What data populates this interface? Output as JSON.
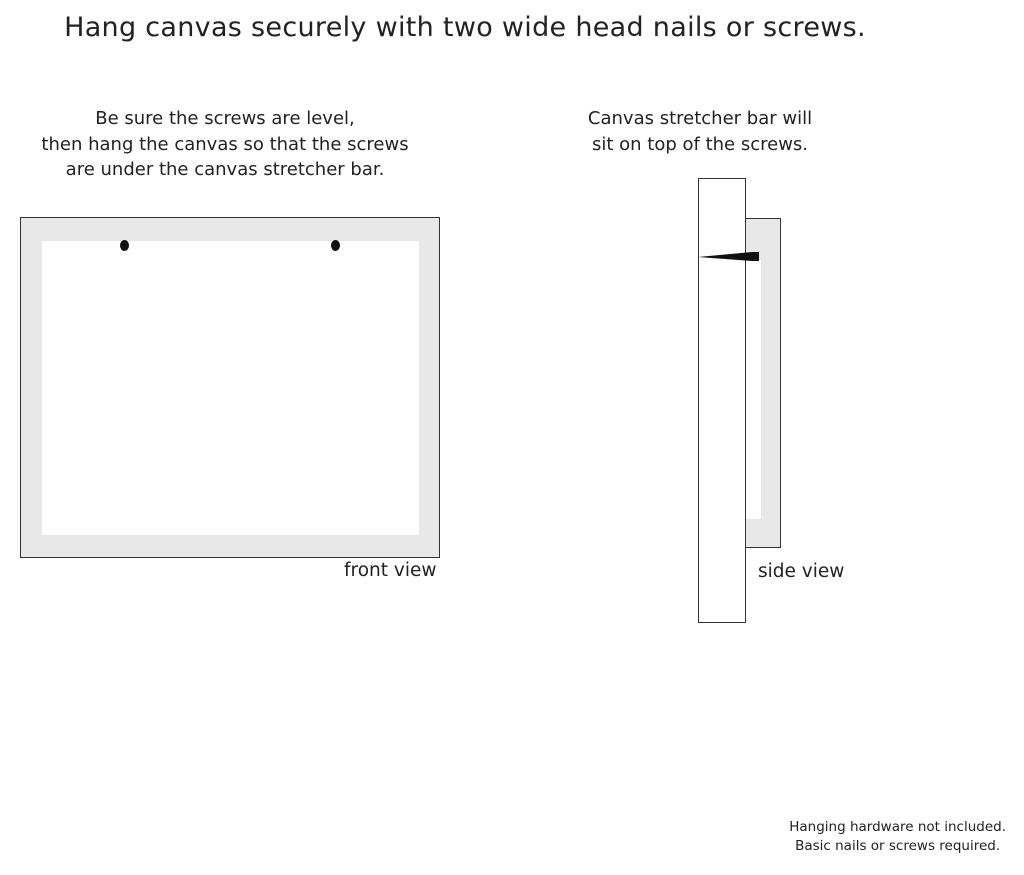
{
  "title": "Hang canvas securely with two wide head nails or screws.",
  "front": {
    "caption_lines": [
      "Be sure the screws are level,",
      "then hang the canvas so that the screws",
      "are under the canvas stretcher bar."
    ],
    "label": "front view"
  },
  "side": {
    "caption_lines": [
      "Canvas stretcher bar will",
      "sit on top of the screws."
    ],
    "label": "side view"
  },
  "note_lines": [
    "Hanging hardware not included.",
    "Basic nails or screws required."
  ],
  "colors": {
    "frame_fill": "#e8e8e8",
    "canvas_fill": "#ffffff",
    "outline": "#333333",
    "screw": "#111111"
  }
}
